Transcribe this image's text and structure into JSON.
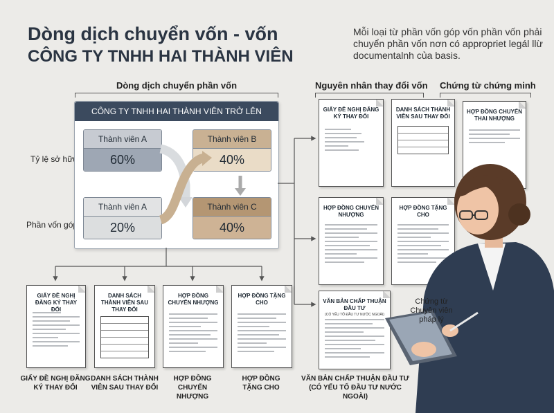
{
  "title": {
    "line1": "Dòng dịch chuyển vốn - vốn",
    "line2": "CÔNG TY TNHH HAI THÀNH VIÊN"
  },
  "note": "Mỗi loại từ phần vốn góp vốn phần vốn phải chuyển phần vốn nơn có approрriet legál llừ documentalnh của basis.",
  "sections": {
    "flow": "Dòng dịch chuyển phần vốn",
    "reasons": "Nguyên nhân thay đổi vốn",
    "evidence": "Chứng từ chứng minh"
  },
  "row_labels": {
    "ownership": "Tỷ lệ sở hữu",
    "capital": "Phần vốn góp"
  },
  "panel": {
    "header": "CÔNG TY TNHH HAI THÀNH VIÊN TRỞ LÊN",
    "members": [
      {
        "name": "Thành viên A",
        "pct": "60%"
      },
      {
        "name": "Thành viên A",
        "pct": "20%"
      },
      {
        "name": "Thành viên B",
        "pct": "40%"
      },
      {
        "name": "Thành viên C",
        "pct": "40%"
      }
    ]
  },
  "bottom_docs": [
    {
      "title": "GIẤY ĐỀ NGHỊ ĐĂNG KÝ THAY ĐỔI",
      "caption": "GIẤY ĐỀ NGHỊ ĐĂNG KÝ THAY ĐỔI"
    },
    {
      "title": "DANH SÁCH THÀNH VIÊN SAU THAY ĐỔI",
      "caption": "DANH SÁCH THÀNH VIÊN SAU THAY ĐỔI"
    },
    {
      "title": "HỢP ĐỒNG CHUYỂN NHƯỢNG",
      "caption": "HỢP ĐỒNG CHUYỂN NHƯỢNG"
    },
    {
      "title": "HỢP ĐỒNG TẶNG CHO",
      "caption": "HỢP ĐỒNG TẶNG CHO"
    }
  ],
  "right_docs": [
    {
      "title": "GIẤY ĐỀ NGHỊ ĐĂNG KÝ THAY ĐỔI"
    },
    {
      "title": "DANH SÁCH THÀNH VIÊN SAU THAY ĐỔI"
    },
    {
      "title": "HỢP ĐỒNG CHUYỂN THAI NHƯỢNG"
    },
    {
      "title": "HỢP ĐỒNG CHUYỂN NHƯỢNG"
    },
    {
      "title": "HỢP ĐỒNG TẶNG CHO"
    },
    {
      "title": "VĂN BẢN CHẤP THUẬN ĐẦU TƯ",
      "subtitle": "(CÓ YẾU TỐ ĐẦU TƯ NƯỚC NGOÀI)"
    }
  ],
  "right_caption": "VĂN BẢN CHẤP THUẬN ĐẦU TƯ (CÓ YẾU TỐ ĐẦU TƯ NƯỚC NGOÀI)",
  "expert_label": "Chứng từ Chuyên viên pháp lý"
}
